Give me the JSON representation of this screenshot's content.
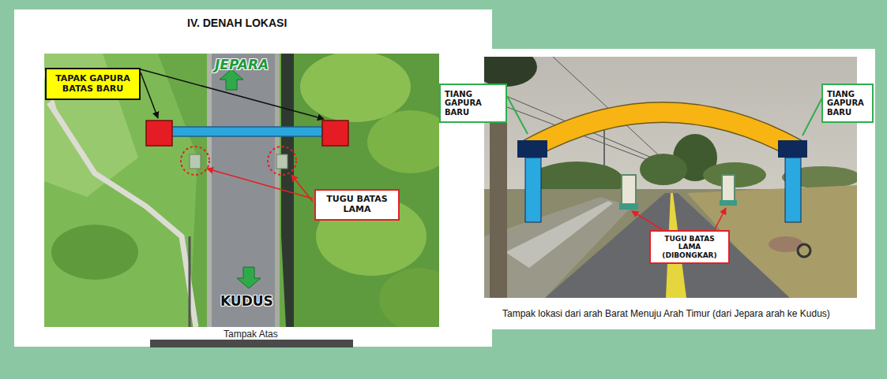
{
  "diagram": {
    "title": "IV. DENAH LOKASI",
    "caption": "Tampak lokasi dari arah Barat Menuju Arah Timur (dari Jepara arah ke Kudus)",
    "nodes": [
      {
        "text": [
          "TAPAK GAPURA BATAS BARU"
        ]
      },
      {
        "text": [
          "TUGU BATAS LAMA"
        ]
      },
      {
        "text": [
          "TIANG GAPURA BARU"
        ]
      },
      {
        "text": [
          "TIANG GAPURA BARU"
        ]
      },
      {
        "text": [
          "TUGU BATAS LAMA (DIBONGKAR)"
        ]
      }
    ],
    "labels": [
      "JEPARA",
      "KUDUS",
      "Tampak Atas"
    ]
  }
}
